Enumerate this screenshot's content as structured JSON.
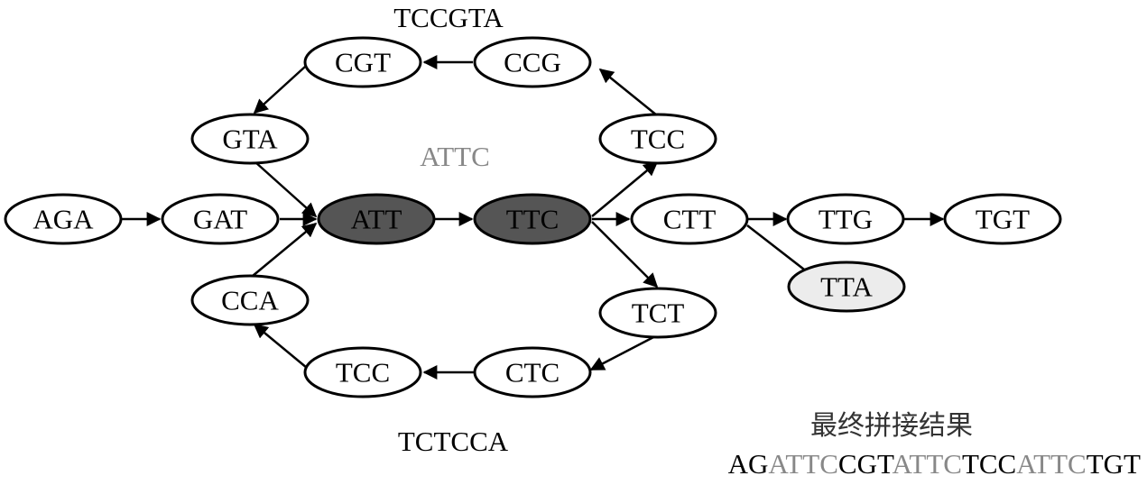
{
  "colors": {
    "highlight": "#555555",
    "leaf": "#ececec",
    "muted": "#888888"
  },
  "labels": {
    "top_path": "TCCGTA",
    "middle_path": "ATTC",
    "bottom_path": "TCTCCA",
    "result_title": "最终拼接结果"
  },
  "result_sequence": [
    {
      "text": "AG",
      "tone": "dark"
    },
    {
      "text": "ATTC",
      "tone": "muted"
    },
    {
      "text": "CGT",
      "tone": "dark"
    },
    {
      "text": "ATTC",
      "tone": "muted"
    },
    {
      "text": "TCC",
      "tone": "dark"
    },
    {
      "text": "ATTC",
      "tone": "muted"
    },
    {
      "text": "TGT",
      "tone": "dark"
    }
  ],
  "nodes": {
    "aga": {
      "label": "AGA",
      "style": "normal"
    },
    "gat": {
      "label": "GAT",
      "style": "normal"
    },
    "att": {
      "label": "ATT",
      "style": "highlight"
    },
    "ttc": {
      "label": "TTC",
      "style": "highlight"
    },
    "ctt": {
      "label": "CTT",
      "style": "normal"
    },
    "ttg": {
      "label": "TTG",
      "style": "normal"
    },
    "tgt": {
      "label": "TGT",
      "style": "normal"
    },
    "tta": {
      "label": "TTA",
      "style": "leaf"
    },
    "cgt": {
      "label": "CGT",
      "style": "normal"
    },
    "ccg": {
      "label": "CCG",
      "style": "normal"
    },
    "gta": {
      "label": "GTA",
      "style": "normal"
    },
    "tcc_top": {
      "label": "TCC",
      "style": "normal"
    },
    "cca": {
      "label": "CCA",
      "style": "normal"
    },
    "tct": {
      "label": "TCT",
      "style": "normal"
    },
    "tcc_bottom": {
      "label": "TCC",
      "style": "normal"
    },
    "ctc": {
      "label": "CTC",
      "style": "normal"
    }
  }
}
